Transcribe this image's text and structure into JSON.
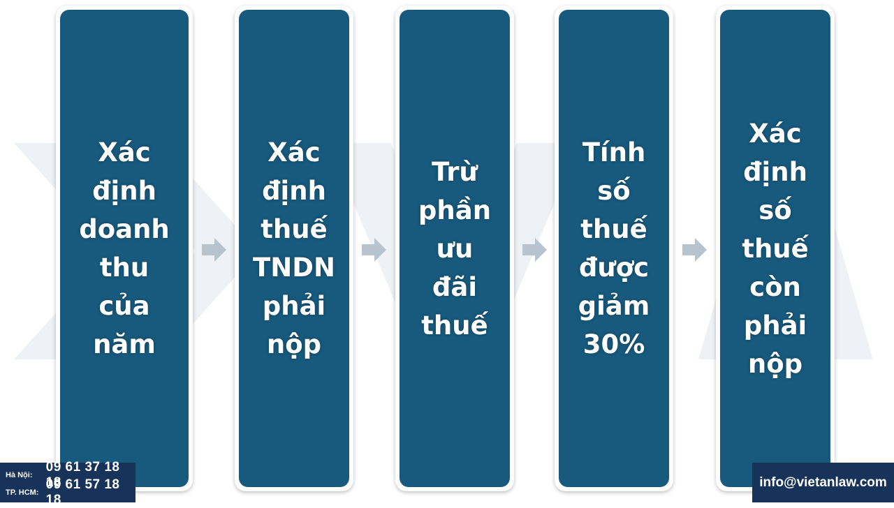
{
  "steps": [
    {
      "label": "Xác\nđịnh\ndoanh\nthu\ncủa\nnăm"
    },
    {
      "label": "Xác\nđịnh\nthuế\nTNDN\nphải\nnộp"
    },
    {
      "label": "Trừ\nphần\nưu\nđãi\nthuế"
    },
    {
      "label": "Tính\nsố\nthuế\nđược\ngiảm\n30%"
    },
    {
      "label": "Xác\nđịnh\nsố\nthuế\ncòn\nphải\nnộp"
    }
  ],
  "contact": {
    "hanoi_label": "Hà Nội:",
    "hanoi_phone": "09 61 37 18 18",
    "hcm_label": "TP. HCM:",
    "hcm_phone": "09 61 57 18 18",
    "email": "info@vietanlaw.com"
  },
  "colors": {
    "box_fill": "#175a7e",
    "arrow": "#b7c3cd",
    "contact_bar": "#17335a"
  }
}
